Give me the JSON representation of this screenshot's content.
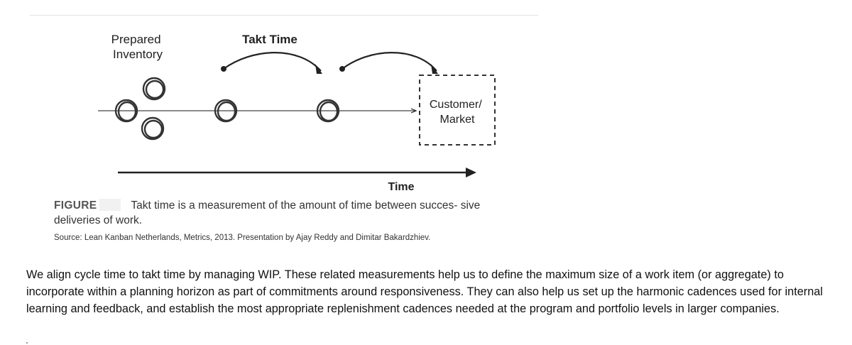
{
  "diagram": {
    "prepared_inventory_label": [
      "Prepared",
      "Inventory"
    ],
    "takt_time_label": "Takt Time",
    "customer_market_label": [
      "Customer/",
      "Market"
    ],
    "time_axis_label": "Time"
  },
  "caption": {
    "figure_label": "FIGURE",
    "text": "Takt time is a measurement of the amount of time between succes- sive deliveries of work."
  },
  "source": "Source: Lean Kanban Netherlands, Metrics, 2013. Presentation by Ajay Reddy and Dimitar Bakardzhiev.",
  "body_text": "We align cycle time to takt time by managing WIP. These related measurements help us to define the maximum size of a work item (or aggregate) to incorporate within a planning horizon as part of commitments around responsiveness. They can also help us set up the harmonic cadences used for internal learning and feedback, and establish the most appropriate replenishment cadences needed at the program and portfolio levels in larger companies."
}
